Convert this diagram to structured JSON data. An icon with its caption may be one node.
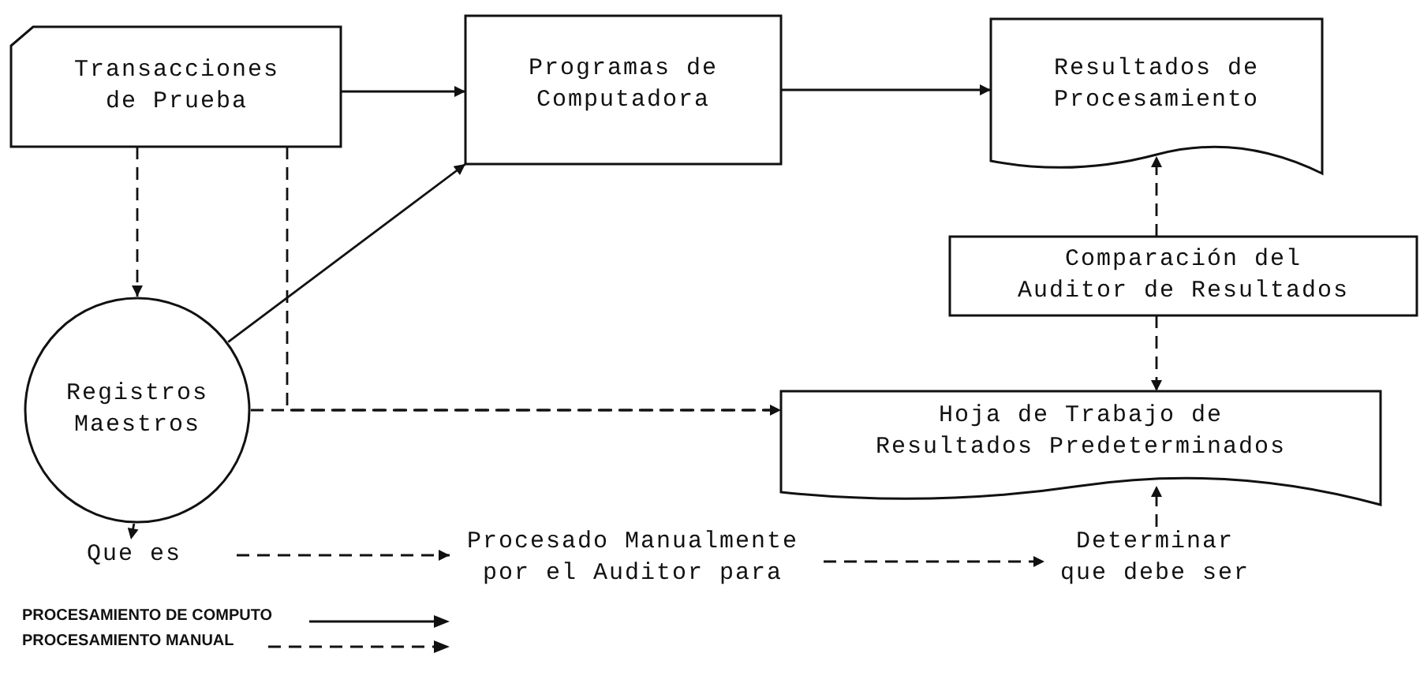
{
  "diagram": {
    "nodes": [
      {
        "text": [
          "Transacciones de Prueba"
        ]
      },
      {
        "text": [
          "Programas de Computadora"
        ]
      },
      {
        "text": [
          "Resultados de Procesamiento"
        ]
      },
      {
        "text": [
          "Comparación del Auditor de Resultados"
        ]
      },
      {
        "text": [
          "Registros Maestros"
        ]
      },
      {
        "text": [
          "Hoja de Trabajo de Resultados Predeterminados"
        ]
      },
      {
        "text": [
          "Que es"
        ]
      },
      {
        "text": [
          "Procesado Manualmente por el Auditor para"
        ]
      },
      {
        "text": [
          "Determinar que debe ser"
        ]
      }
    ],
    "edges": [
      {
        "from": 0,
        "to": 1,
        "arrow": "to"
      },
      {
        "from": 4,
        "to": 1,
        "arrow": "to"
      },
      {
        "from": 1,
        "to": 2,
        "arrow": "to"
      },
      {
        "from": 3,
        "to": 2,
        "arrow": "to",
        "style": "dashed"
      },
      {
        "from": 0,
        "to": 4,
        "arrow": "to",
        "style": "dashed"
      },
      {
        "from": 0,
        "to": 5,
        "arrow": "to",
        "style": "dashed"
      },
      {
        "from": 4,
        "to": 5,
        "arrow": "none",
        "style": "dashed"
      },
      {
        "from": 3,
        "to": 5,
        "arrow": "to",
        "style": "dashed"
      },
      {
        "from": 8,
        "to": 5,
        "arrow": "to",
        "style": "dashed"
      },
      {
        "from": 4,
        "to": 6,
        "arrow": "to",
        "style": "dashed"
      },
      {
        "from": 6,
        "to": 7,
        "arrow": "to",
        "style": "dashed"
      },
      {
        "from": 7,
        "to": 8,
        "arrow": "to",
        "style": "dashed"
      }
    ],
    "legend": [
      {
        "text": "PROCESAMIENTO DE COMPUTO"
      },
      {
        "text": "PROCESAMIENTO MANUAL"
      }
    ]
  }
}
